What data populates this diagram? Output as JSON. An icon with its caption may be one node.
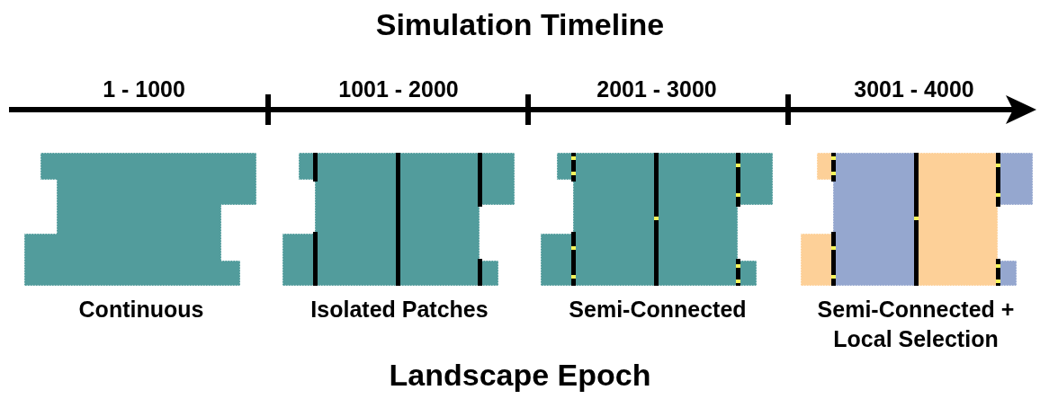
{
  "diagram": {
    "title": "Simulation Timeline",
    "caption": "Landscape Epoch",
    "labels": [
      "1 - 1000",
      "1001 - 2000",
      "2001 - 3000",
      "3001 - 4000",
      "Continuous",
      "Isolated Patches",
      "Semi-Connected",
      "Semi-Connected + Local Selection"
    ]
  }
}
